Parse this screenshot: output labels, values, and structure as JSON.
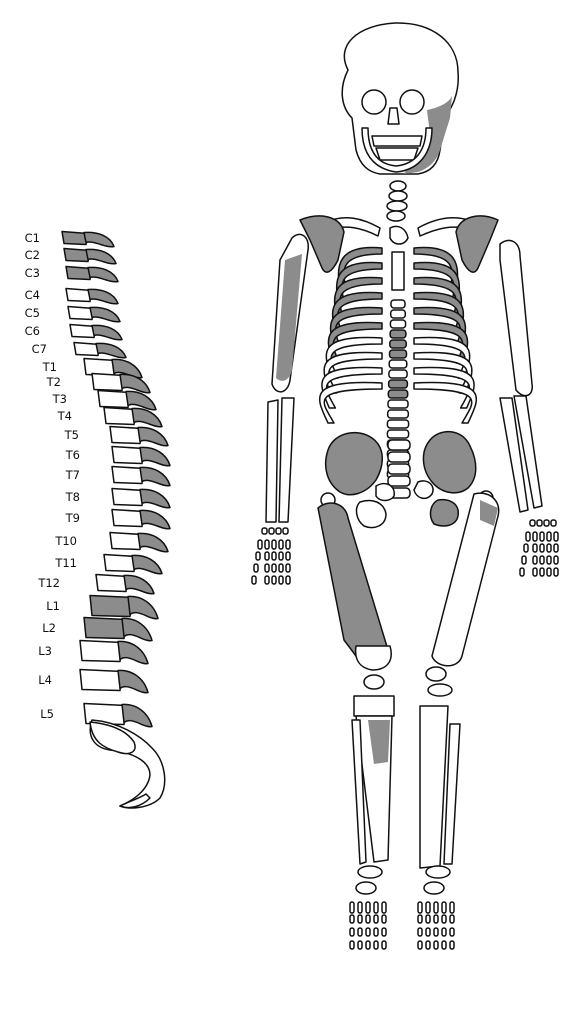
{
  "colors": {
    "bone_fill": "#ffffff",
    "preserved_fill": "#8c8c8c",
    "outline": "#111111",
    "background": "#ffffff"
  },
  "legend": {
    "note": ""
  },
  "spine": {
    "vertebrae": [
      {
        "label": "C1",
        "preserved": 1.0
      },
      {
        "label": "C2",
        "preserved": 1.0
      },
      {
        "label": "C3",
        "preserved": 1.0
      },
      {
        "label": "C4",
        "preserved": 0.4
      },
      {
        "label": "C5",
        "preserved": 0.2
      },
      {
        "label": "C6",
        "preserved": 0.2
      },
      {
        "label": "C7",
        "preserved": 0.4
      },
      {
        "label": "T1",
        "preserved": 0.4
      },
      {
        "label": "T2",
        "preserved": 0.3
      },
      {
        "label": "T3",
        "preserved": 0.3
      },
      {
        "label": "T4",
        "preserved": 0.4
      },
      {
        "label": "T5",
        "preserved": 0.3
      },
      {
        "label": "T6",
        "preserved": 0.3
      },
      {
        "label": "T7",
        "preserved": 0.3
      },
      {
        "label": "T8",
        "preserved": 0.3
      },
      {
        "label": "T9",
        "preserved": 0.3
      },
      {
        "label": "T10",
        "preserved": 0.3
      },
      {
        "label": "T11",
        "preserved": 0.3
      },
      {
        "label": "T12",
        "preserved": 0.3
      },
      {
        "label": "L1",
        "preserved": 1.0
      },
      {
        "label": "L2",
        "preserved": 1.0
      },
      {
        "label": "L3",
        "preserved": 0.4
      },
      {
        "label": "L4",
        "preserved": 0.4
      },
      {
        "label": "L5",
        "preserved": 0.2
      }
    ]
  }
}
